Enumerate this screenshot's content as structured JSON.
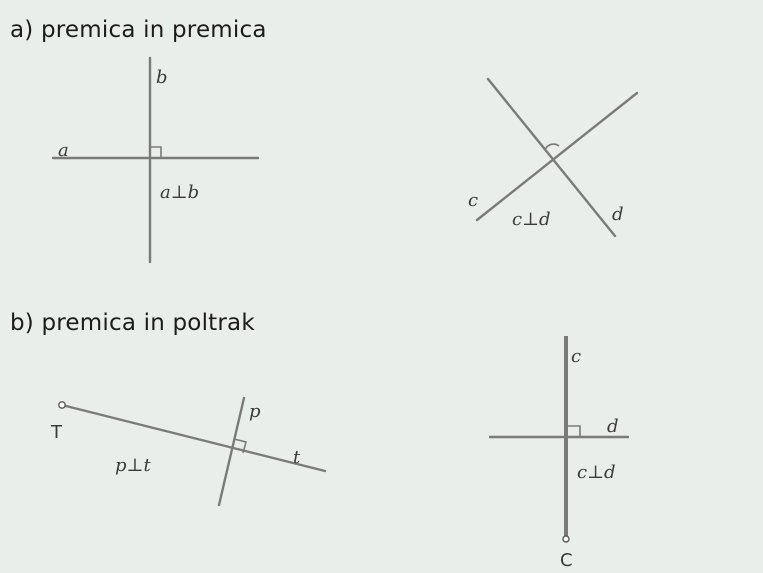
{
  "sections": {
    "a": {
      "heading": "a)  premica in premica"
    },
    "b": {
      "heading": "b)  premica in poltrak"
    }
  },
  "figures": {
    "fig1": {
      "line1": "a",
      "line2": "b",
      "relation": "a⊥b"
    },
    "fig2": {
      "line1": "c",
      "line2": "d",
      "relation": "c⊥d"
    },
    "fig3": {
      "point": "T",
      "ray": "t",
      "line": "p",
      "relation": "p⊥t"
    },
    "fig4": {
      "ray": "c",
      "line": "d",
      "point": "C",
      "relation": "c⊥d"
    }
  },
  "colors": {
    "background": "#e9eeea",
    "lines": "#7a7a7a",
    "text": "#1c1c1c"
  }
}
